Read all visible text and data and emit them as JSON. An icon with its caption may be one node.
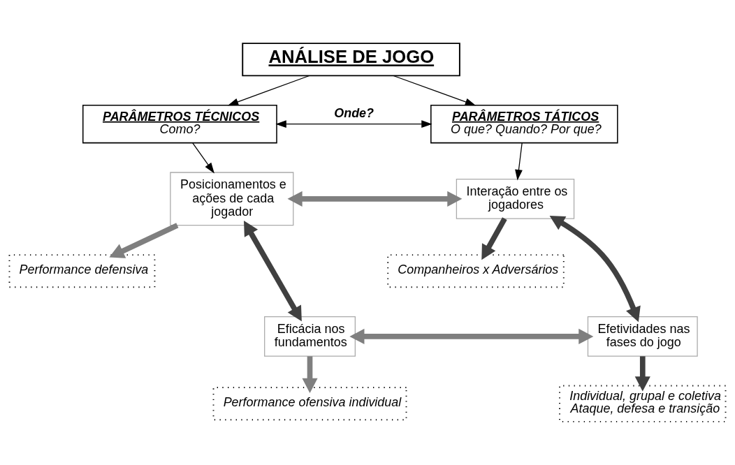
{
  "diagram": {
    "nodes": [
      {
        "text": [
          "ANÁLISE DE JOGO"
        ]
      },
      {
        "text": [
          "PARÂMETROS TÉCNICOS",
          "Como?"
        ]
      },
      {
        "text": [
          "PARÂMETROS TÁTICOS",
          "O que? Quando? Por que?"
        ]
      },
      {
        "text": [
          "Posicionamentos e ações de cada jogador"
        ]
      },
      {
        "text": [
          "Interação entre os jogadores"
        ]
      },
      {
        "text": [
          "Performance defensiva"
        ]
      },
      {
        "text": [
          "Companheiros x Adversários"
        ]
      },
      {
        "text": [
          "Eficácia nos fundamentos"
        ]
      },
      {
        "text": [
          "Efetividades nas fases do jogo"
        ]
      },
      {
        "text": [
          "Performance ofensiva individual"
        ]
      },
      {
        "text": [
          "Individual, grupal e coletiva",
          "Ataque, defesa e transição"
        ]
      }
    ],
    "edges": [
      {
        "from": 0,
        "to": 1,
        "arrow": "to",
        "color": "#000000"
      },
      {
        "from": 0,
        "to": 2,
        "arrow": "to",
        "color": "#000000"
      },
      {
        "from": 1,
        "to": 2,
        "arrow": "both",
        "label": "Onde?",
        "color": "#000000"
      },
      {
        "from": 1,
        "to": 3,
        "arrow": "to",
        "color": "#000000"
      },
      {
        "from": 2,
        "to": 4,
        "arrow": "to",
        "color": "#000000"
      },
      {
        "from": 3,
        "to": 4,
        "arrow": "both",
        "color": "#7f7f7f"
      },
      {
        "from": 3,
        "to": 5,
        "arrow": "to",
        "color": "#7f7f7f"
      },
      {
        "from": 3,
        "to": 7,
        "arrow": "both",
        "color": "#404040"
      },
      {
        "from": 4,
        "to": 6,
        "arrow": "to",
        "color": "#404040"
      },
      {
        "from": 4,
        "to": 8,
        "arrow": "both",
        "color": "#404040"
      },
      {
        "from": 7,
        "to": 8,
        "arrow": "both",
        "color": "#7f7f7f"
      },
      {
        "from": 7,
        "to": 9,
        "arrow": "to",
        "color": "#7f7f7f"
      },
      {
        "from": 8,
        "to": 10,
        "arrow": "to",
        "color": "#404040"
      }
    ]
  }
}
